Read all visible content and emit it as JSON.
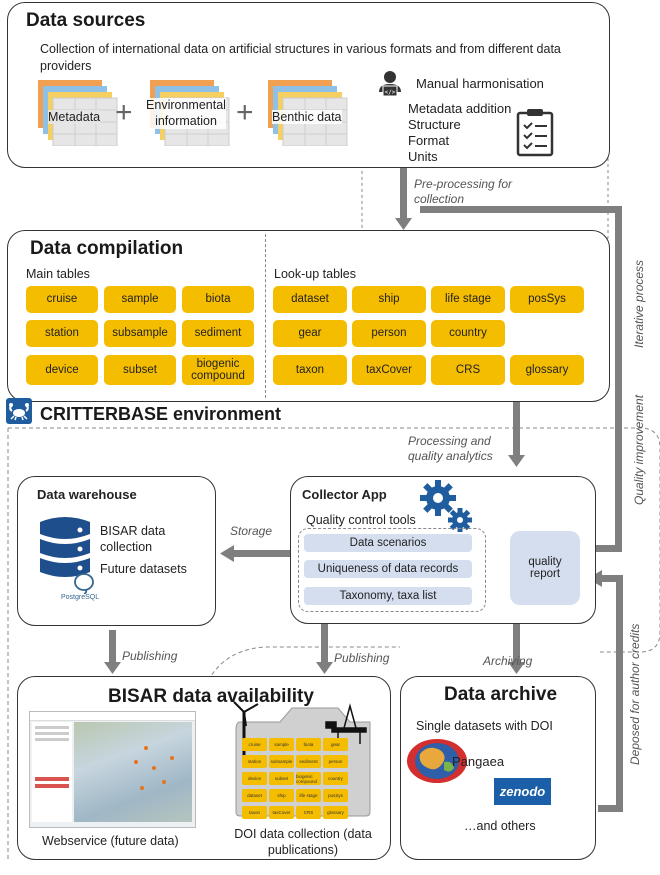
{
  "sources": {
    "title": "Data sources",
    "description": "Collection of international data on artificial structures in various formats and from different data providers",
    "items": [
      "Metadata",
      "Environmental information",
      "Benthic data"
    ],
    "plus": "+",
    "manual_title": "Manual harmonisation",
    "manual_items": [
      "Metadata addition",
      "Structure",
      "Format",
      "Units"
    ]
  },
  "preprocessing_label": "Pre-processing for collection",
  "iterative_label": "Iterative process",
  "compilation": {
    "title": "Data compilation",
    "main_label": "Main tables",
    "main_tables": [
      "cruise",
      "sample",
      "biota",
      "station",
      "subsample",
      "sediment",
      "device",
      "subset",
      "biogenic compound"
    ],
    "lookup_label": "Look-up tables",
    "lookup_tables": [
      "dataset",
      "ship",
      "life stage",
      "posSys",
      "gear",
      "person",
      "country",
      "taxon",
      "taxCover",
      "CRS",
      "glossary"
    ]
  },
  "processing_label": "Processing and quality analytics",
  "quality_improvement_label": "Quality improvement",
  "critterbase": {
    "title": "CRITTERBASE environment"
  },
  "warehouse": {
    "title": "Data warehouse",
    "collection": "BISAR data collection",
    "future": "Future datasets",
    "postgres_logo": "PostgreSQL"
  },
  "storage_label": "Storage",
  "collector": {
    "title": "Collector App",
    "qc_title": "Quality control tools",
    "qc_items": [
      "Data scenarios",
      "Uniqueness of data records",
      "Taxonomy, taxa list"
    ],
    "report": "quality report"
  },
  "deposed_label": "Deposed for author credits",
  "publishing_label_left": "Publishing",
  "publishing_label_mid": "Publishing",
  "archiving_label": "Archiving",
  "availability": {
    "title": "BISAR data availability",
    "webservice": "Webservice (future data)",
    "doi_collection": "DOI data collection (data publications)",
    "mini_tables": [
      "cruise",
      "sample",
      "biota",
      "gear",
      "station",
      "subsample",
      "sediment",
      "person",
      "device",
      "subset",
      "biogenic compound",
      "country",
      "dataset",
      "ship",
      "life stage",
      "posSys",
      "taxon",
      "taxCover",
      "CRS",
      "glossary"
    ]
  },
  "archive": {
    "title": "Data archive",
    "subtitle": "Single datasets with DOI",
    "pangaea": "Pangaea",
    "zenodo": "zenodo",
    "others": "…and others"
  },
  "colors": {
    "chip": "#f5bd00",
    "qc": "#d4deef",
    "arrow": "#7f7f7f",
    "brand": "#1f5d9e"
  }
}
